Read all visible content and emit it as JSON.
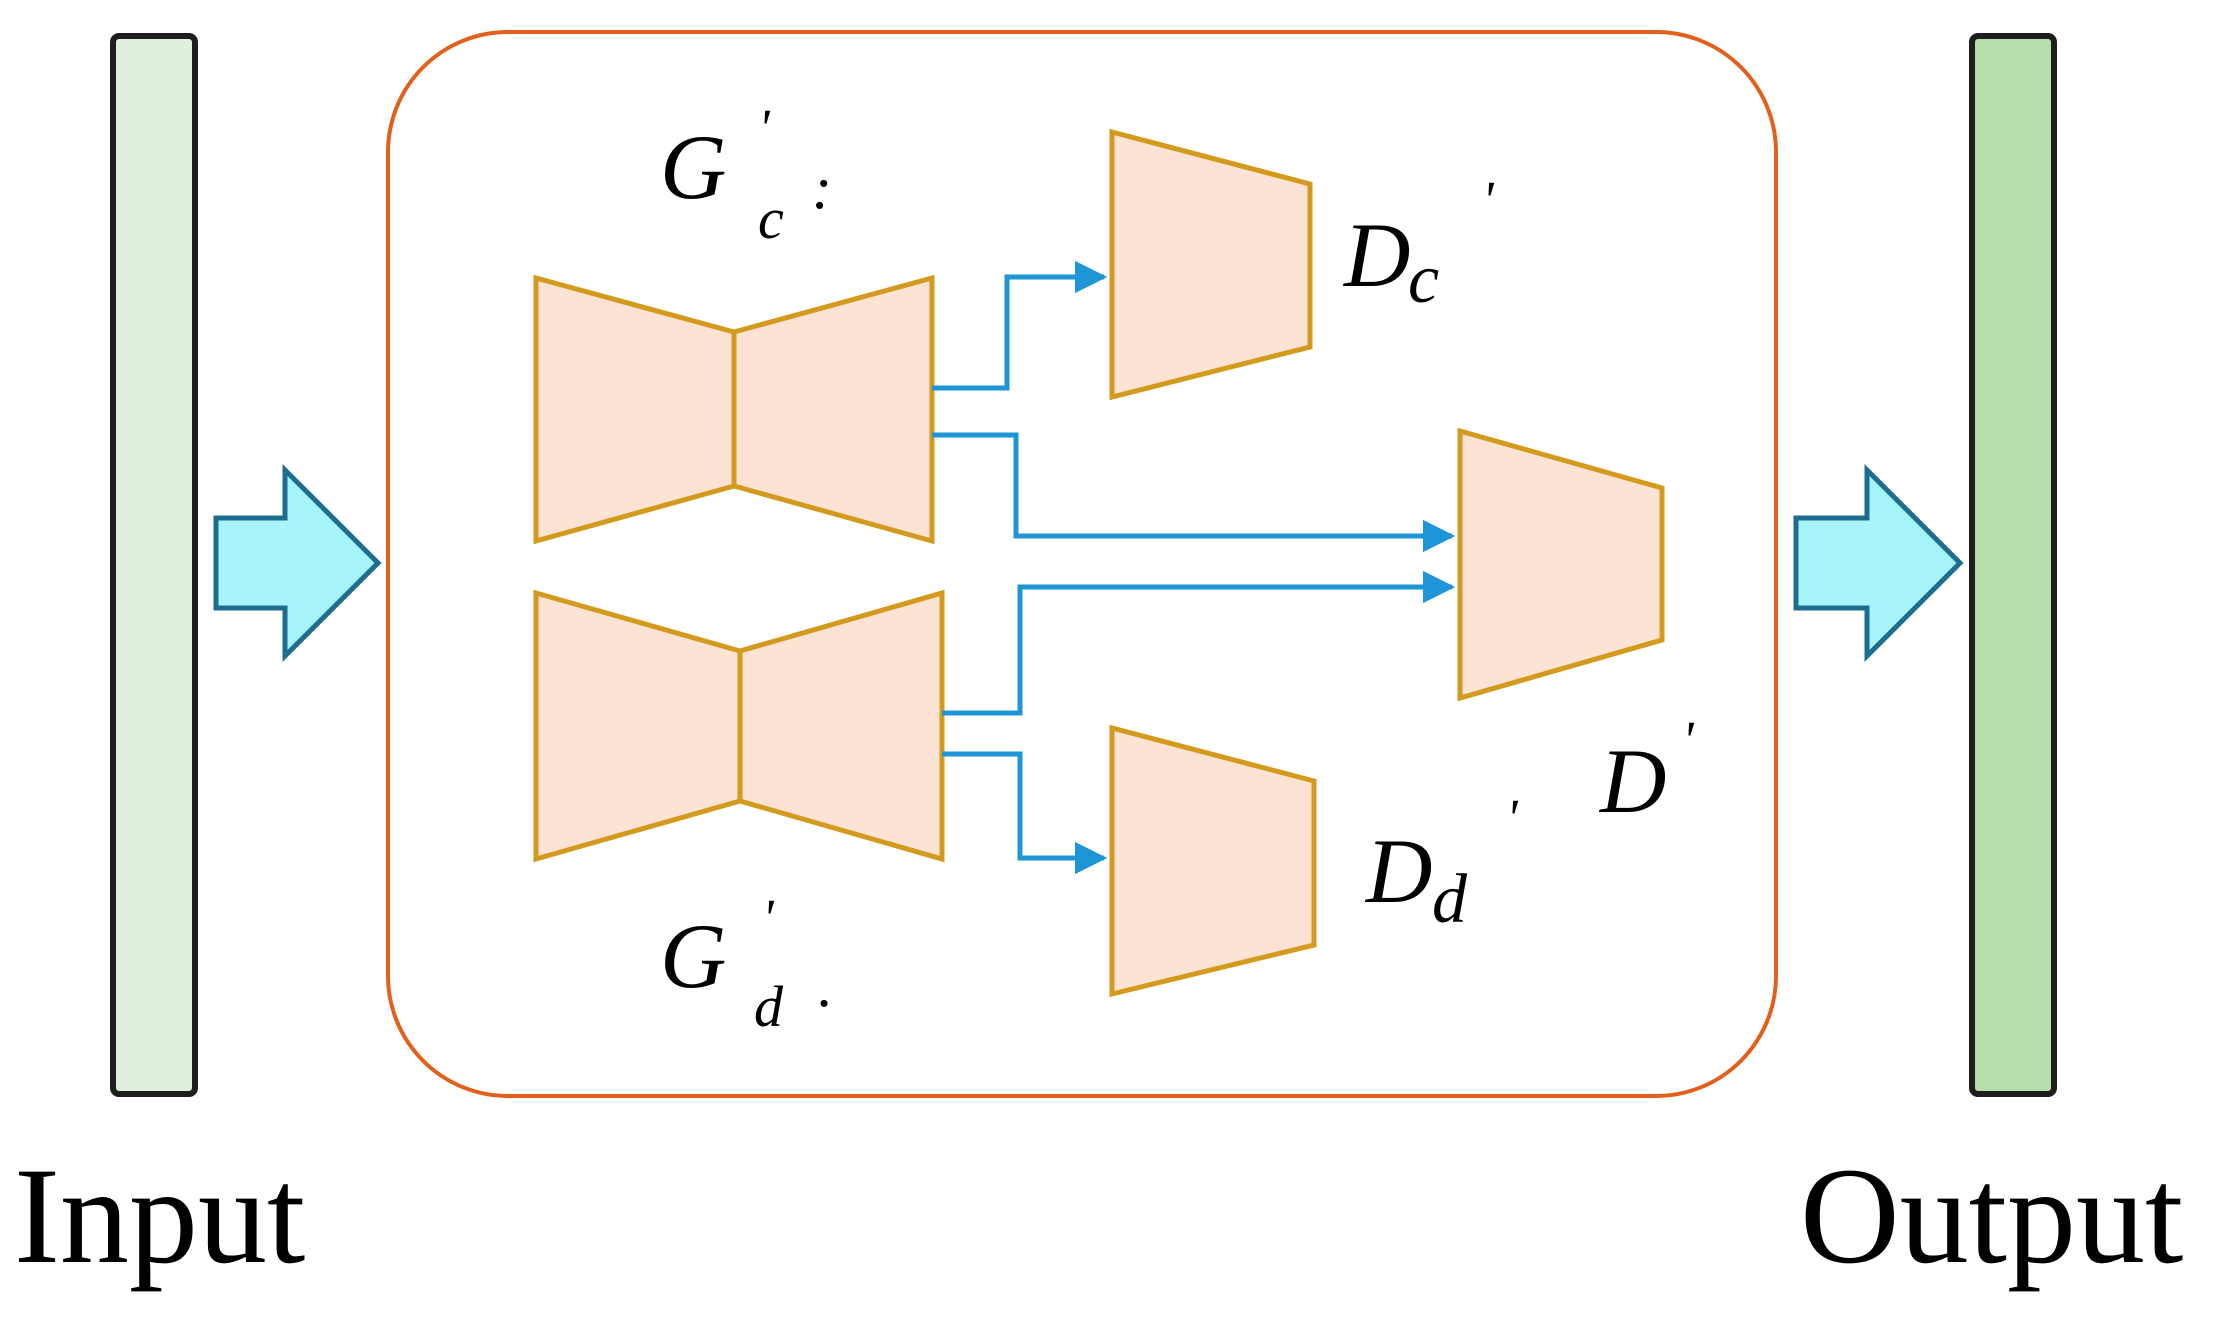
{
  "colors": {
    "input_bar_fill": "#dff0dc",
    "output_bar_fill": "#b7deaa",
    "bar_stroke": "#1e1e1e",
    "container_stroke": "#e2601c",
    "block_fill": "#fce3d4",
    "block_stroke": "#d49a1e",
    "connector": "#1d95d6",
    "flow_arrow_fill": "#a7f5fb",
    "flow_arrow_stroke": "#1d6e8e"
  },
  "captions": {
    "input": "Input",
    "output": "Output"
  },
  "labels": {
    "gc": {
      "main": "G",
      "sub": "c",
      "sup": "'",
      "tail": ":"
    },
    "gd": {
      "main": "G",
      "sub": "d",
      "sup": "'",
      "tail": "."
    },
    "dc": {
      "main": "D",
      "sub": "c",
      "sup": "'"
    },
    "dd": {
      "main": "D",
      "sub": "d",
      "sup": "'"
    },
    "d": {
      "main": "D",
      "sup": "'"
    }
  }
}
